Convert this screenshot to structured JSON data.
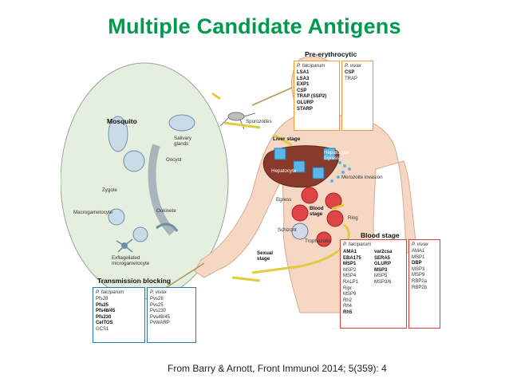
{
  "slide": {
    "title": "Multiple Candidate Antigens",
    "caption": "From Barry & Arnott, Front Immunol 2014; 5(359): 4"
  },
  "figure": {
    "sections": {
      "pre_erythrocytic": "Pre-erythrocytic",
      "mosquito": "Mosquito",
      "blood_stage": "Blood stage",
      "transmission_blocking": "Transmission blocking"
    },
    "labels": {
      "salivary_glands": "Salivary glands",
      "oocyst": "Oocyst",
      "zygote": "Zygote",
      "macrogametocyte": "Macrogametocyte",
      "ookinete": "Ookinete",
      "exflagellated": "Exflagellated microgametocyte",
      "sporozoites": "Sporozoites",
      "liver_stage": "Liver stage",
      "hepatocyte": "Hepatocyte",
      "hepatocyte_egress": "Hepatocyte Egress",
      "merozoite_invasion": "Merozoite invasion",
      "egress": "Egress",
      "blood_stage_small": "Blood stage",
      "ring": "Ring",
      "schizont": "Schizont",
      "trophozoite": "Trophozoite",
      "sexual_stage": "Sexual stage"
    },
    "pre_erythrocytic": {
      "falciparum": {
        "header": "P. falciparum",
        "items": [
          "LSA1",
          "LSA3",
          "EXP1",
          "CSP",
          "TRAP (SSP2)",
          "GLURP",
          "STARP"
        ]
      },
      "vivax": {
        "header": "P. vivax",
        "items_bold": [
          "CSP"
        ],
        "items": [
          "TRAP"
        ]
      }
    },
    "blood_stage": {
      "falciparum": {
        "header": "P. falciparum",
        "col1_bold": [
          "AMA1",
          "EBA175",
          "MSP1"
        ],
        "col1": [
          "MSP2",
          "MSP4",
          "RALP1",
          "Ripr",
          "MSP9",
          "Rh2",
          "Rh4"
        ],
        "col1_end_bold": "Rh5",
        "col2_bold": [
          "var2csa",
          "SERA5",
          "GLURP",
          "MSP3"
        ],
        "col2": [
          "MSP5",
          "MSP3/6"
        ]
      },
      "vivax": {
        "header": "P. vivax",
        "items_a": [
          "AMA1",
          "MSP1"
        ],
        "item_bold": "DBP",
        "items_b": [
          "MSP3",
          "MSP9",
          "RBP2a",
          "RBP2b"
        ]
      }
    },
    "transmission": {
      "falciparum": {
        "header": "P. falciparum",
        "first": "Pfs28",
        "bold": [
          "Pfs25",
          "Pfs48/45",
          "Pfs230",
          "CelTOS"
        ],
        "last": "GCS1"
      },
      "vivax": {
        "header": "P. vivax",
        "items": [
          "Pvs28",
          "Pvs25",
          "Pvs230",
          "Pvs48/45",
          "PvWARP"
        ]
      }
    },
    "colors": {
      "title": "#009a4e",
      "pre": "#f39a2a",
      "blood": "#d93a3a",
      "transmission": "#2a77b8",
      "mosquito_bg": "#e4efe0",
      "skin": "#f6d7c4",
      "liver": "#8a3a2a"
    }
  }
}
